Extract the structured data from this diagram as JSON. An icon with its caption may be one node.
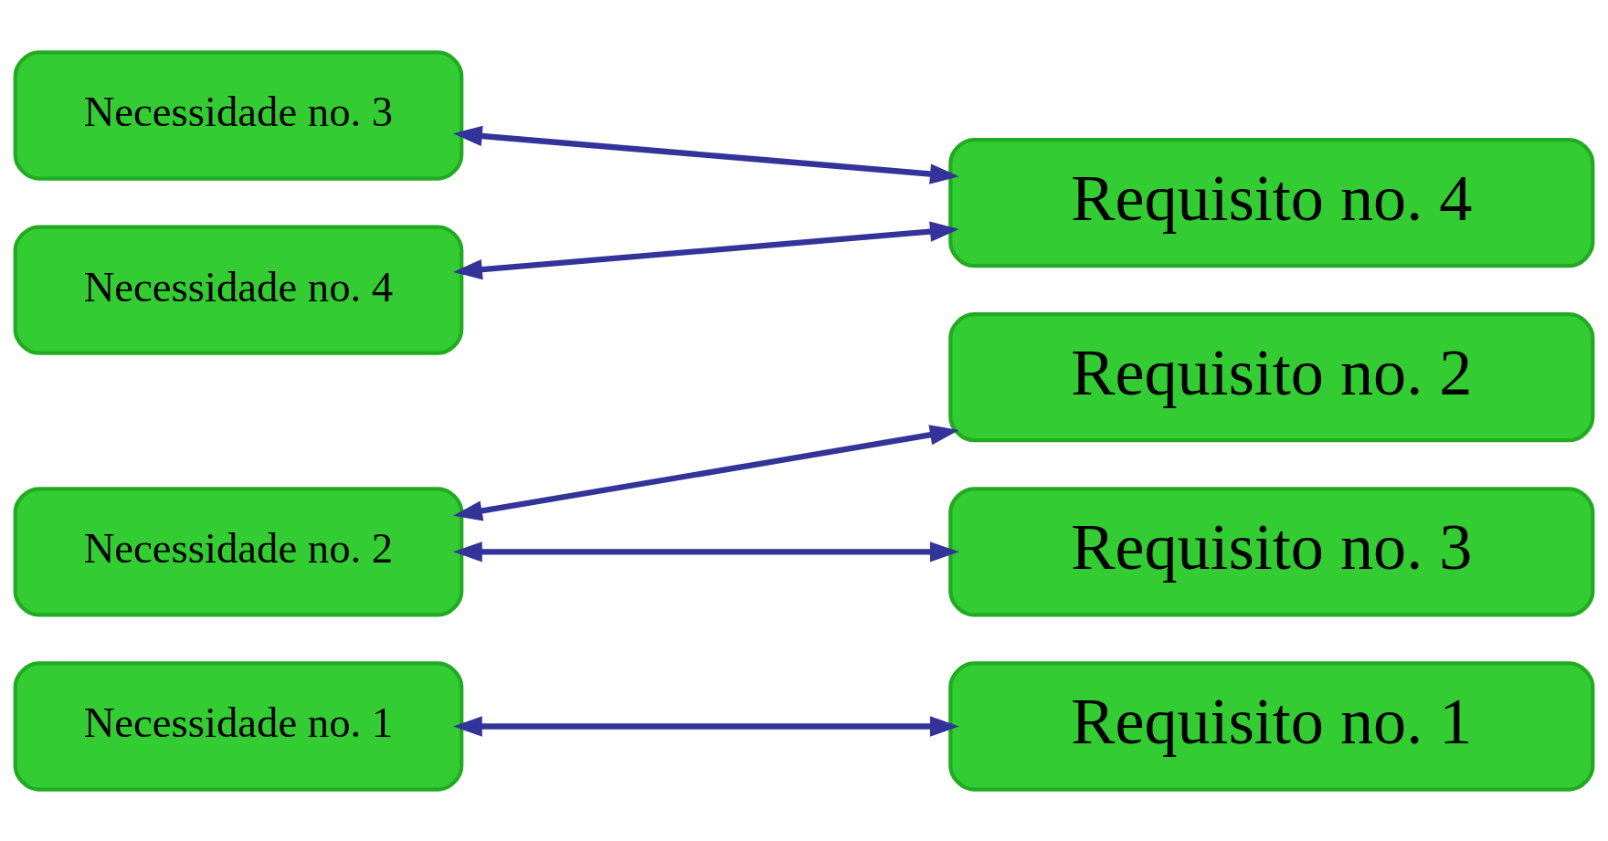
{
  "diagram": {
    "nodes": [
      {
        "text": [
          "Necessidade no. 1"
        ]
      },
      {
        "text": [
          "Necessidade no. 2"
        ]
      },
      {
        "text": [
          "Necessidade no. 3"
        ]
      },
      {
        "text": [
          "Necessidade no. 4"
        ]
      },
      {
        "text": [
          "Requisito no. 1"
        ]
      },
      {
        "text": [
          "Requisito no. 2"
        ]
      },
      {
        "text": [
          "Requisito no. 3"
        ]
      },
      {
        "text": [
          "Requisito no. 4"
        ]
      }
    ],
    "edges": [
      {
        "from": 0,
        "to": 4,
        "arrow": "both"
      },
      {
        "from": 1,
        "to": 5,
        "arrow": "both"
      },
      {
        "from": 1,
        "to": 6,
        "arrow": "both"
      },
      {
        "from": 2,
        "to": 7,
        "arrow": "both"
      },
      {
        "from": 7,
        "to": 3,
        "arrow": "both"
      }
    ]
  }
}
